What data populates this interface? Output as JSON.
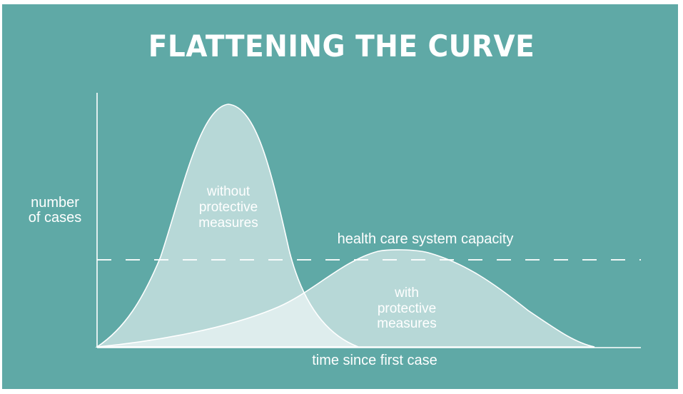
{
  "title": "FLATTENING THE CURVE",
  "colors": {
    "background": "#5fa9a6",
    "curve_fill": "#ffffff",
    "curve_fill_opacity": 0.55,
    "line": "#ffffff"
  },
  "labels": {
    "y_axis_line1": "number",
    "y_axis_line2": "of cases",
    "x_axis": "time since first case",
    "capacity": "health care system capacity",
    "without_line1": "without",
    "without_line2": "protective",
    "without_line3": "measures",
    "with_line1": "with",
    "with_line2": "protective",
    "with_line3": "measures"
  },
  "chart_data": {
    "type": "area",
    "title": "FLATTENING THE CURVE",
    "xlabel": "time since first case",
    "ylabel": "number of cases",
    "x_ticks": [],
    "y_ticks": [],
    "grid": false,
    "legend": null,
    "x_range": [
      0,
      100
    ],
    "y_range": [
      0,
      100
    ],
    "series": [
      {
        "name": "without protective measures",
        "shape": "tall narrow peak",
        "x": [
          0,
          5,
          10,
          15,
          20,
          25,
          30,
          35,
          40,
          45,
          48
        ],
        "y": [
          0,
          10,
          25,
          55,
          85,
          100,
          88,
          55,
          22,
          6,
          0
        ]
      },
      {
        "name": "with protective measures",
        "shape": "low wide peak",
        "x": [
          0,
          15,
          30,
          40,
          50,
          56,
          60,
          70,
          80,
          92
        ],
        "y": [
          0,
          6,
          17,
          30,
          38,
          40,
          38,
          25,
          10,
          0
        ]
      }
    ],
    "annotations": [
      {
        "type": "hline",
        "y": 36,
        "style": "dashed",
        "label": "health care system capacity"
      },
      {
        "type": "text",
        "text": "without protective measures",
        "x": 24,
        "y": 55
      },
      {
        "type": "text",
        "text": "with protective measures",
        "x": 57,
        "y": 22
      }
    ]
  }
}
